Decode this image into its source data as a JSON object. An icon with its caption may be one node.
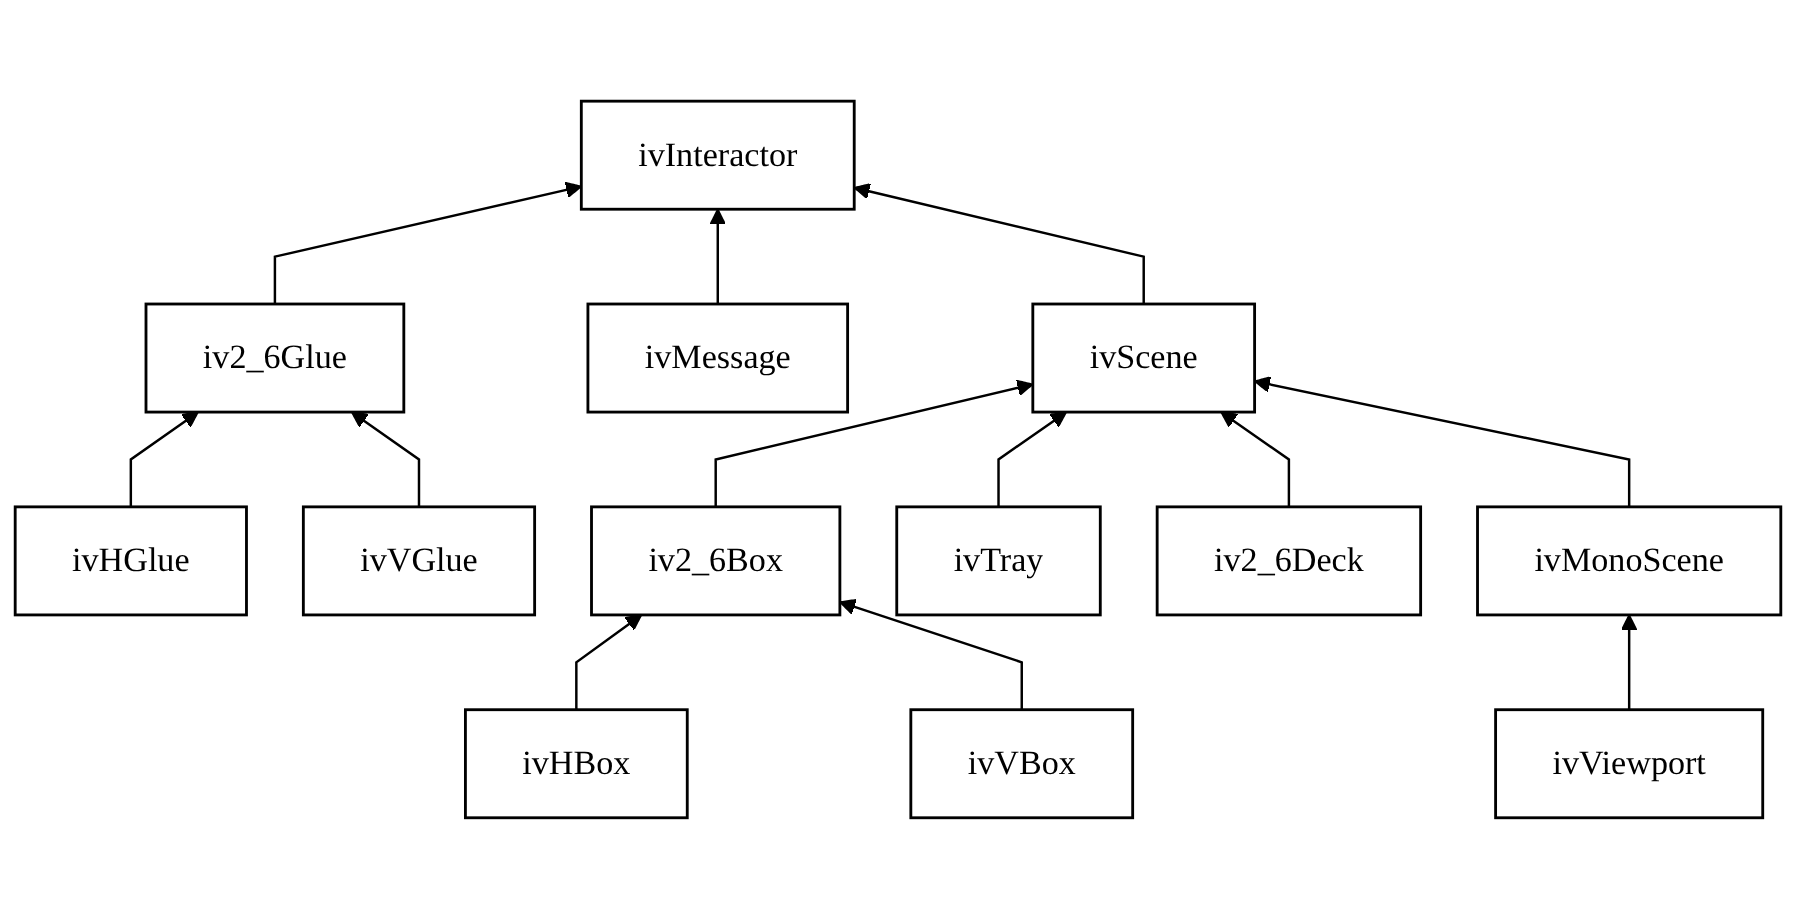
{
  "diagram": {
    "nodes": [
      {
        "text": [
          "ivInteractor"
        ]
      },
      {
        "text": [
          "iv2_6Glue"
        ]
      },
      {
        "text": [
          "ivMessage"
        ]
      },
      {
        "text": [
          "ivScene"
        ]
      },
      {
        "text": [
          "ivHGlue"
        ]
      },
      {
        "text": [
          "ivVGlue"
        ]
      },
      {
        "text": [
          "iv2_6Box"
        ]
      },
      {
        "text": [
          "ivTray"
        ]
      },
      {
        "text": [
          "iv2_6Deck"
        ]
      },
      {
        "text": [
          "ivMonoScene"
        ]
      },
      {
        "text": [
          "ivHBox"
        ]
      },
      {
        "text": [
          "ivVBox"
        ]
      },
      {
        "text": [
          "ivViewport"
        ]
      }
    ],
    "edges": [
      {
        "from": 1,
        "to": 0,
        "arrow": "to"
      },
      {
        "from": 2,
        "to": 0,
        "arrow": "to"
      },
      {
        "from": 3,
        "to": 0,
        "arrow": "to"
      },
      {
        "from": 4,
        "to": 1,
        "arrow": "to"
      },
      {
        "from": 5,
        "to": 1,
        "arrow": "to"
      },
      {
        "from": 6,
        "to": 3,
        "arrow": "to"
      },
      {
        "from": 7,
        "to": 3,
        "arrow": "to"
      },
      {
        "from": 8,
        "to": 3,
        "arrow": "to"
      },
      {
        "from": 9,
        "to": 3,
        "arrow": "to"
      },
      {
        "from": 10,
        "to": 6,
        "arrow": "to"
      },
      {
        "from": 11,
        "to": 6,
        "arrow": "to"
      },
      {
        "from": 12,
        "to": 9,
        "arrow": "to"
      }
    ]
  }
}
